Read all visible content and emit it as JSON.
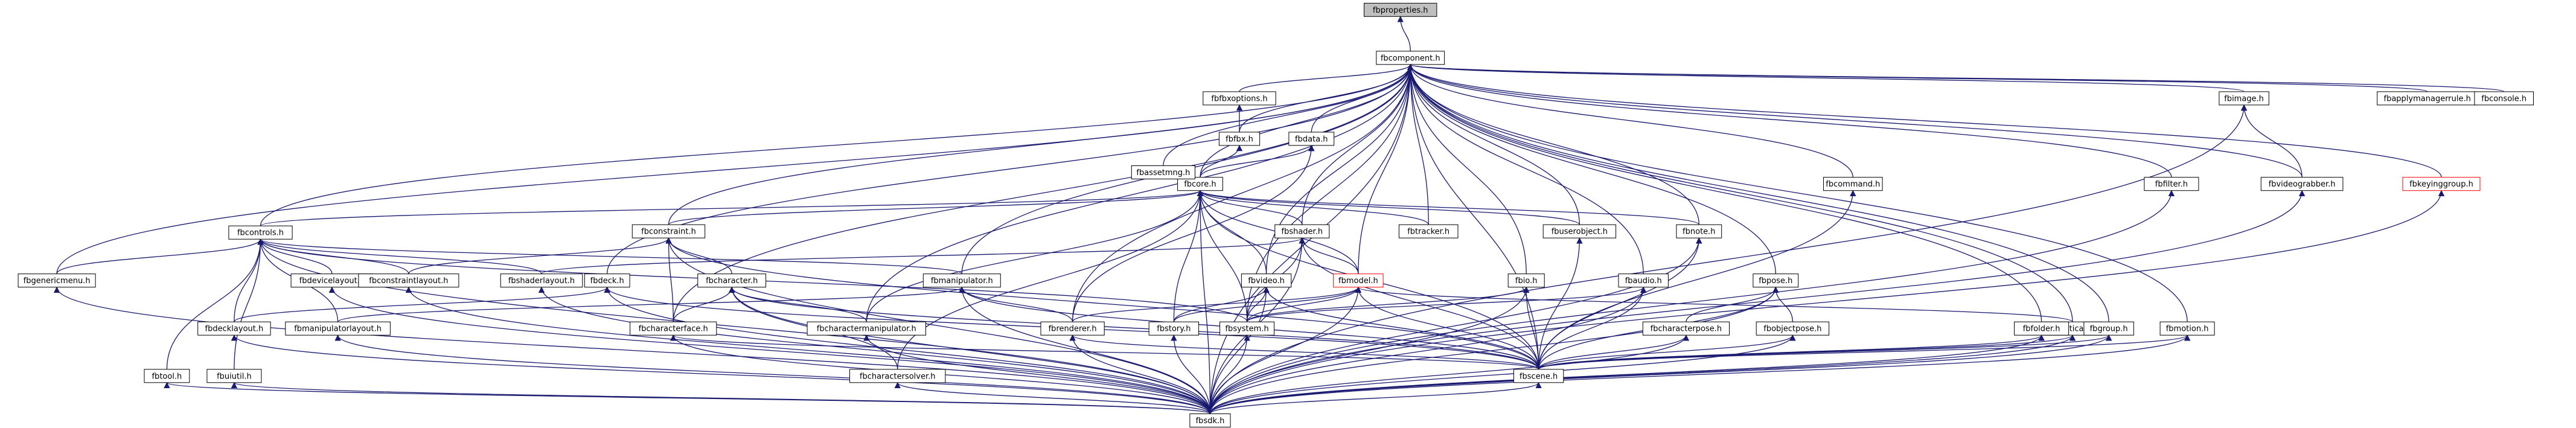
{
  "diagram": {
    "type": "include-dependency-graph",
    "colors": {
      "edge": "#191970",
      "node_border": "#000000",
      "highlighted_node_fill": "#bfbfbf",
      "undocumented_node_border": "#ff0000",
      "background": "#ffffff"
    },
    "nodes": [
      {
        "id": "fbproperties",
        "label": "fbproperties.h",
        "root": true
      },
      {
        "id": "fbcomponent",
        "label": "fbcomponent.h"
      },
      {
        "id": "fbfbxoptions",
        "label": "fbfbxoptions.h"
      },
      {
        "id": "fbfbx",
        "label": "fbfbx.h"
      },
      {
        "id": "fbdata",
        "label": "fbdata.h"
      },
      {
        "id": "fbcore",
        "label": "fbcore.h"
      },
      {
        "id": "fbassetmng",
        "label": "fbassetmng.h"
      },
      {
        "id": "fbcontrols",
        "label": "fbcontrols.h"
      },
      {
        "id": "fbconstraint",
        "label": "fbconstraint.h"
      },
      {
        "id": "fbshader",
        "label": "fbshader.h"
      },
      {
        "id": "fbtracker",
        "label": "fbtracker.h"
      },
      {
        "id": "fbuserobject",
        "label": "fbuserobject.h"
      },
      {
        "id": "fbnote",
        "label": "fbnote.h"
      },
      {
        "id": "fbcommand",
        "label": "fbcommand.h"
      },
      {
        "id": "fbimage",
        "label": "fbimage.h"
      },
      {
        "id": "fbfilter",
        "label": "fbfilter.h"
      },
      {
        "id": "fbvideograbber",
        "label": "fbvideograbber.h"
      },
      {
        "id": "fbkeyinggroup",
        "label": "fbkeyinggroup.h",
        "undocumented": true
      },
      {
        "id": "fbapplymanagerrule",
        "label": "fbapplymanagerrule.h"
      },
      {
        "id": "fbconsole",
        "label": "fbconsole.h"
      },
      {
        "id": "fbgenericmenu",
        "label": "fbgenericmenu.h"
      },
      {
        "id": "fbdevicelayout",
        "label": "fbdevicelayout.h"
      },
      {
        "id": "fbconstraintlayout",
        "label": "fbconstraintlayout.h"
      },
      {
        "id": "fbshaderlayout",
        "label": "fbshaderlayout.h"
      },
      {
        "id": "fbdeck",
        "label": "fbdeck.h"
      },
      {
        "id": "fbcharacter",
        "label": "fbcharacter.h"
      },
      {
        "id": "fbmanipulator",
        "label": "fbmanipulator.h"
      },
      {
        "id": "fbvideo",
        "label": "fbvideo.h"
      },
      {
        "id": "fbmodel",
        "label": "fbmodel.h",
        "undocumented": true
      },
      {
        "id": "fbio",
        "label": "fbio.h"
      },
      {
        "id": "fbaudio",
        "label": "fbaudio.h"
      },
      {
        "id": "fbpose",
        "label": "fbpose.h"
      },
      {
        "id": "fbdecklayout",
        "label": "fbdecklayout.h"
      },
      {
        "id": "fbmanipulatorlayout",
        "label": "fbmanipulatorlayout.h"
      },
      {
        "id": "fbcharacterface",
        "label": "fbcharacterface.h"
      },
      {
        "id": "fbcharactermanipulator",
        "label": "fbcharactermanipulator.h"
      },
      {
        "id": "fbrenderer",
        "label": "fbrenderer.h"
      },
      {
        "id": "fbstory",
        "label": "fbstory.h"
      },
      {
        "id": "fbsystem",
        "label": "fbsystem.h"
      },
      {
        "id": "fbcharacterpose",
        "label": "fbcharacterpose.h"
      },
      {
        "id": "fbobjectpose",
        "label": "fbobjectpose.h"
      },
      {
        "id": "fboptical",
        "label": "fboptical.h"
      },
      {
        "id": "fbfolder",
        "label": "fbfolder.h"
      },
      {
        "id": "fbgroup",
        "label": "fbgroup.h"
      },
      {
        "id": "fbmotion",
        "label": "fbmotion.h"
      },
      {
        "id": "fbtool",
        "label": "fbtool.h"
      },
      {
        "id": "fbuiutil",
        "label": "fbuiutil.h"
      },
      {
        "id": "fbcharactersolver",
        "label": "fbcharactersolver.h"
      },
      {
        "id": "fbscene",
        "label": "fbscene.h"
      },
      {
        "id": "fbsdk",
        "label": "fbsdk.h"
      }
    ],
    "edges": [
      [
        "fbproperties",
        "fbcomponent"
      ],
      [
        "fbcomponent",
        "fbfbxoptions"
      ],
      [
        "fbcomponent",
        "fbfbx"
      ],
      [
        "fbcomponent",
        "fbdata"
      ],
      [
        "fbcomponent",
        "fbcore"
      ],
      [
        "fbcomponent",
        "fbassetmng"
      ],
      [
        "fbcomponent",
        "fbcontrols"
      ],
      [
        "fbcomponent",
        "fbconstraint"
      ],
      [
        "fbcomponent",
        "fbshader"
      ],
      [
        "fbcomponent",
        "fbtracker"
      ],
      [
        "fbcomponent",
        "fbuserobject"
      ],
      [
        "fbcomponent",
        "fbnote"
      ],
      [
        "fbcomponent",
        "fbcommand"
      ],
      [
        "fbcomponent",
        "fbimage"
      ],
      [
        "fbcomponent",
        "fbfilter"
      ],
      [
        "fbcomponent",
        "fbvideograbber"
      ],
      [
        "fbcomponent",
        "fbkeyinggroup"
      ],
      [
        "fbcomponent",
        "fbapplymanagerrule"
      ],
      [
        "fbcomponent",
        "fbconsole"
      ],
      [
        "fbcomponent",
        "fbgenericmenu"
      ],
      [
        "fbcomponent",
        "fbdeck"
      ],
      [
        "fbcomponent",
        "fbmanipulator"
      ],
      [
        "fbcomponent",
        "fbvideo"
      ],
      [
        "fbcomponent",
        "fbmodel"
      ],
      [
        "fbcomponent",
        "fbio"
      ],
      [
        "fbcomponent",
        "fbaudio"
      ],
      [
        "fbcomponent",
        "fbpose"
      ],
      [
        "fbcomponent",
        "fbcharacterface"
      ],
      [
        "fbcomponent",
        "fbcharactermanipulator"
      ],
      [
        "fbcomponent",
        "fbrenderer"
      ],
      [
        "fbcomponent",
        "fbsystem"
      ],
      [
        "fbcomponent",
        "fboptical"
      ],
      [
        "fbcomponent",
        "fbfolder"
      ],
      [
        "fbcomponent",
        "fbgroup"
      ],
      [
        "fbcomponent",
        "fbmotion"
      ],
      [
        "fbcomponent",
        "fbscene"
      ],
      [
        "fbcomponent",
        "fbsdk"
      ],
      [
        "fbfbxoptions",
        "fbfbx"
      ],
      [
        "fbfbx",
        "fbcore"
      ],
      [
        "fbdata",
        "fbcore"
      ],
      [
        "fbdata",
        "fbrenderer"
      ],
      [
        "fbimage",
        "fbvideograbber"
      ],
      [
        "fbimage",
        "fbsdk"
      ],
      [
        "fbcore",
        "fbassetmng"
      ],
      [
        "fbcore",
        "fbcontrols"
      ],
      [
        "fbcore",
        "fbconstraint"
      ],
      [
        "fbcore",
        "fbshader"
      ],
      [
        "fbcore",
        "fbtracker"
      ],
      [
        "fbcore",
        "fbuserobject"
      ],
      [
        "fbcore",
        "fbnote"
      ],
      [
        "fbcore",
        "fbvideo"
      ],
      [
        "fbcore",
        "fbmodel"
      ],
      [
        "fbcore",
        "fbstory"
      ],
      [
        "fbcore",
        "fbsystem"
      ],
      [
        "fbcore",
        "fbscene"
      ],
      [
        "fbcore",
        "fbsdk"
      ],
      [
        "fbcore",
        "fbcharactermanipulator"
      ],
      [
        "fbcore",
        "fbcharactersolver"
      ],
      [
        "fbcontrols",
        "fbgenericmenu"
      ],
      [
        "fbcontrols",
        "fbdevicelayout"
      ],
      [
        "fbcontrols",
        "fbconstraintlayout"
      ],
      [
        "fbcontrols",
        "fbshaderlayout"
      ],
      [
        "fbcontrols",
        "fbdecklayout"
      ],
      [
        "fbcontrols",
        "fbmanipulatorlayout"
      ],
      [
        "fbcontrols",
        "fbtool"
      ],
      [
        "fbcontrols",
        "fbuiutil"
      ],
      [
        "fbcontrols",
        "fbmanipulator"
      ],
      [
        "fbcontrols",
        "fbsystem"
      ],
      [
        "fbcontrols",
        "fbsdk"
      ],
      [
        "fbconstraint",
        "fbconstraintlayout"
      ],
      [
        "fbconstraint",
        "fbcharacter"
      ],
      [
        "fbconstraint",
        "fbcharacterface"
      ],
      [
        "fbconstraint",
        "fbscene"
      ],
      [
        "fbconstraint",
        "fbsdk"
      ],
      [
        "fbshader",
        "fbshaderlayout"
      ],
      [
        "fbshader",
        "fbmodel"
      ],
      [
        "fbshader",
        "fbsystem"
      ],
      [
        "fbshader",
        "fbscene"
      ],
      [
        "fbshader",
        "fbsdk"
      ],
      [
        "fbdeck",
        "fbdecklayout"
      ],
      [
        "fbdeck",
        "fbscene"
      ],
      [
        "fbdeck",
        "fbsdk"
      ],
      [
        "fbcharacter",
        "fbcharacterface"
      ],
      [
        "fbcharacter",
        "fbcharactermanipulator"
      ],
      [
        "fbcharacter",
        "fbcharactersolver"
      ],
      [
        "fbcharacter",
        "fbscene"
      ],
      [
        "fbcharacter",
        "fbsdk"
      ],
      [
        "fbmanipulator",
        "fbmanipulatorlayout"
      ],
      [
        "fbmanipulator",
        "fbrenderer"
      ],
      [
        "fbmanipulator",
        "fbscene"
      ],
      [
        "fbmanipulator",
        "fbsdk"
      ],
      [
        "fbvideo",
        "fbstory"
      ],
      [
        "fbvideo",
        "fbsystem"
      ],
      [
        "fbvideo",
        "fbscene"
      ],
      [
        "fbvideo",
        "fbsdk"
      ],
      [
        "fbmodel",
        "fbstory"
      ],
      [
        "fbmodel",
        "fbsystem"
      ],
      [
        "fbmodel",
        "fbrenderer"
      ],
      [
        "fbmodel",
        "fbscene"
      ],
      [
        "fbmodel",
        "fbsdk"
      ],
      [
        "fbmodel",
        "fboptical"
      ],
      [
        "fbio",
        "fbsystem"
      ],
      [
        "fbio",
        "fbscene"
      ],
      [
        "fbio",
        "fbsdk"
      ],
      [
        "fbaudio",
        "fbsystem"
      ],
      [
        "fbaudio",
        "fbscene"
      ],
      [
        "fbaudio",
        "fbsdk"
      ],
      [
        "fbnote",
        "fbscene"
      ],
      [
        "fbnote",
        "fbsdk"
      ],
      [
        "fbuserobject",
        "fbscene"
      ],
      [
        "fbcommand",
        "fbscene"
      ],
      [
        "fbpose",
        "fbcharacterpose"
      ],
      [
        "fbpose",
        "fbobjectpose"
      ],
      [
        "fbpose",
        "fbscene"
      ],
      [
        "fbpose",
        "fbsdk"
      ],
      [
        "fbcharacterpose",
        "fbscene"
      ],
      [
        "fbcharacterpose",
        "fbsdk"
      ],
      [
        "fbobjectpose",
        "fbscene"
      ],
      [
        "fbobjectpose",
        "fbsdk"
      ],
      [
        "fbcharacterface",
        "fbscene"
      ],
      [
        "fbcharacterface",
        "fbsdk"
      ],
      [
        "fbcharactermanipulator",
        "fbsdk"
      ],
      [
        "fbrenderer",
        "fbscene"
      ],
      [
        "fbrenderer",
        "fbsdk"
      ],
      [
        "fbstory",
        "fbsdk"
      ],
      [
        "fbsystem",
        "fbsdk"
      ],
      [
        "fboptical",
        "fbscene"
      ],
      [
        "fboptical",
        "fbsdk"
      ],
      [
        "fbfolder",
        "fbscene"
      ],
      [
        "fbfolder",
        "fbsdk"
      ],
      [
        "fbgroup",
        "fbscene"
      ],
      [
        "fbgroup",
        "fbsdk"
      ],
      [
        "fbmotion",
        "fbscene"
      ],
      [
        "fbmotion",
        "fbsdk"
      ],
      [
        "fbfilter",
        "fbsdk"
      ],
      [
        "fbvideograbber",
        "fbsdk"
      ],
      [
        "fbkeyinggroup",
        "fbsdk"
      ],
      [
        "fbgenericmenu",
        "fbsdk"
      ],
      [
        "fbdevicelayout",
        "fbsdk"
      ],
      [
        "fbconstraintlayout",
        "fbsdk"
      ],
      [
        "fbshaderlayout",
        "fbsdk"
      ],
      [
        "fbdecklayout",
        "fbsdk"
      ],
      [
        "fbmanipulatorlayout",
        "fbsdk"
      ],
      [
        "fbtool",
        "fbsdk"
      ],
      [
        "fbuiutil",
        "fbsdk"
      ],
      [
        "fbcharactersolver",
        "fbsdk"
      ],
      [
        "fbscene",
        "fbsdk"
      ]
    ]
  }
}
